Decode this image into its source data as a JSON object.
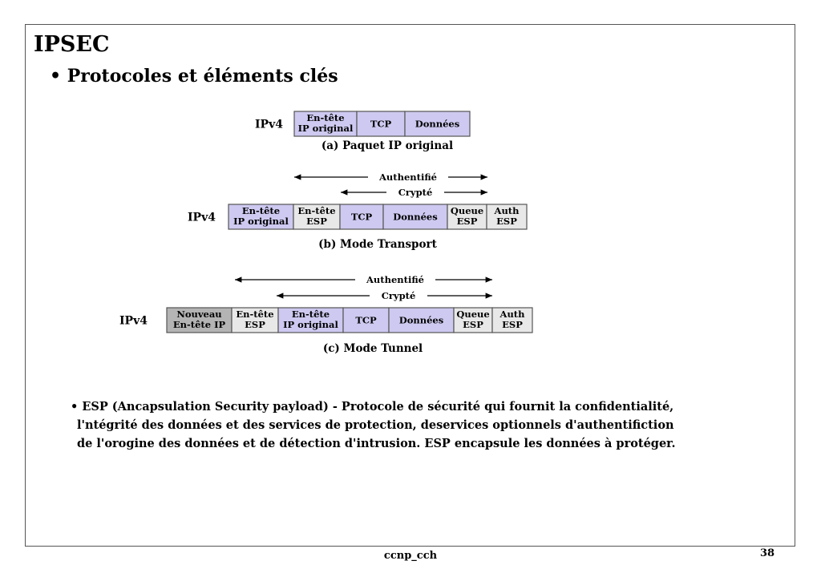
{
  "header": {
    "title": "IPSEC",
    "subtitle": "• Protocoles et éléments clés"
  },
  "diagrams": [
    {
      "id": "a",
      "label": "IPv4",
      "cells": [
        {
          "lines": [
            "En-tête",
            "IP original"
          ],
          "fill": "#cdc9f0"
        },
        {
          "lines": [
            "TCP"
          ],
          "fill": "#cdc9f0"
        },
        {
          "lines": [
            "Données"
          ],
          "fill": "#cdc9f0"
        }
      ],
      "caption": "(a) Paquet IP original",
      "arrows": []
    },
    {
      "id": "b",
      "label": "IPv4",
      "cells": [
        {
          "lines": [
            "En-tête",
            "IP original"
          ],
          "fill": "#cdc9f0"
        },
        {
          "lines": [
            "En-tête",
            "ESP"
          ],
          "fill": "#e8e8e8"
        },
        {
          "lines": [
            "TCP"
          ],
          "fill": "#cdc9f0"
        },
        {
          "lines": [
            "Données"
          ],
          "fill": "#cdc9f0"
        },
        {
          "lines": [
            "Queue",
            "ESP"
          ],
          "fill": "#e8e8e8"
        },
        {
          "lines": [
            "Auth",
            "ESP"
          ],
          "fill": "#e8e8e8"
        }
      ],
      "caption": "(b) Mode Transport",
      "arrows": [
        {
          "text": "Authentifié"
        },
        {
          "text": "Crypté"
        }
      ]
    },
    {
      "id": "c",
      "label": "IPv4",
      "cells": [
        {
          "lines": [
            "Nouveau",
            "En-tête IP"
          ],
          "fill": "#b4b4b4"
        },
        {
          "lines": [
            "En-tête",
            "ESP"
          ],
          "fill": "#e8e8e8"
        },
        {
          "lines": [
            "En-tête",
            "IP original"
          ],
          "fill": "#cdc9f0"
        },
        {
          "lines": [
            "TCP"
          ],
          "fill": "#cdc9f0"
        },
        {
          "lines": [
            "Données"
          ],
          "fill": "#cdc9f0"
        },
        {
          "lines": [
            "Queue",
            "ESP"
          ],
          "fill": "#e8e8e8"
        },
        {
          "lines": [
            "Auth",
            "ESP"
          ],
          "fill": "#e8e8e8"
        }
      ],
      "caption": "(c) Mode Tunnel",
      "arrows": [
        {
          "text": "Authentifié"
        },
        {
          "text": "Crypté"
        }
      ]
    }
  ],
  "description": {
    "lines": [
      "• ESP (Ancapsulation Security payload) - Protocole de sécurité qui fournit la confidentialité,",
      "l'ntégrité des données et des services de protection, deservices optionnels d'authentifiction",
      "de l'orogine des données et de détection d'intrusion. ESP encapsule les données à protéger."
    ]
  },
  "footer": {
    "center": "ccnp_cch",
    "page": "38"
  }
}
